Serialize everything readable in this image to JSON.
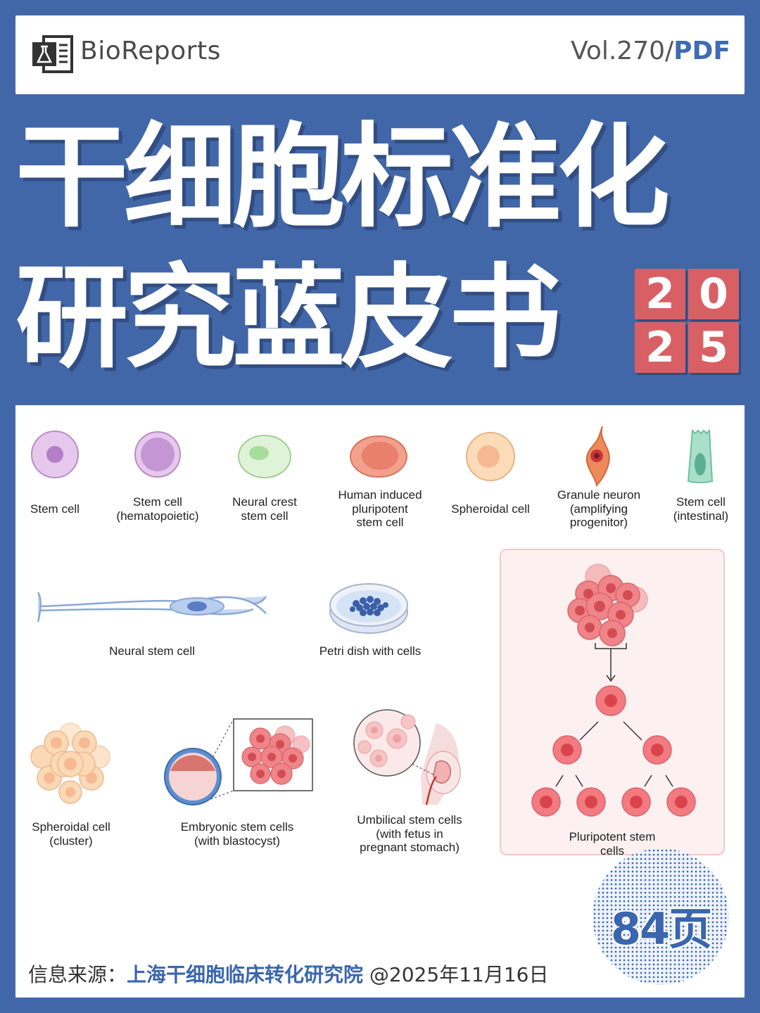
{
  "header": {
    "brand": "BioReports",
    "volume": "Vol.270/",
    "format": "PDF"
  },
  "title": {
    "line1": "干细胞标准化",
    "line2": "研究蓝皮书",
    "year_digits": [
      "2",
      "0",
      "2",
      "5"
    ]
  },
  "cells": [
    {
      "label": "Stem cell",
      "icon": "stem-cell-icon"
    },
    {
      "label": "Stem cell\n(hematopoietic)",
      "icon": "hematopoietic-stem-cell-icon"
    },
    {
      "label": "Neural crest\nstem cell",
      "icon": "neural-crest-stem-cell-icon"
    },
    {
      "label": "Human induced\npluripotent\nstem cell",
      "icon": "ipsc-icon"
    },
    {
      "label": "Spheroidal cell",
      "icon": "spheroidal-cell-icon"
    },
    {
      "label": "Granule neuron\n(amplifying\nprogenitor)",
      "icon": "granule-neuron-icon"
    },
    {
      "label": "Stem cell\n(intestinal)",
      "icon": "intestinal-stem-cell-icon"
    },
    {
      "label": "Neural stem cell",
      "icon": "neural-stem-cell-icon"
    },
    {
      "label": "Petri dish with cells",
      "icon": "petri-dish-icon"
    },
    {
      "label": "Spheroidal cell\n(cluster)",
      "icon": "spheroid-cluster-icon"
    },
    {
      "label": "Embryonic stem cells\n(with blastocyst)",
      "icon": "blastocyst-icon"
    },
    {
      "label": "Umbilical stem cells\n(with fetus in\npregnant stomach)",
      "icon": "umbilical-fetus-icon"
    },
    {
      "label": "Pluripotent stem cells",
      "icon": "pluripotent-tree-icon"
    }
  ],
  "badge": {
    "pages": "84页"
  },
  "source": {
    "prefix": "信息来源：",
    "org": "上海干细胞临床转化研究院",
    "date": " @2025年11月16日"
  },
  "colors": {
    "background": "#4167a8",
    "accent_red": "#d86065",
    "pdf_blue": "#3f6bb3"
  }
}
